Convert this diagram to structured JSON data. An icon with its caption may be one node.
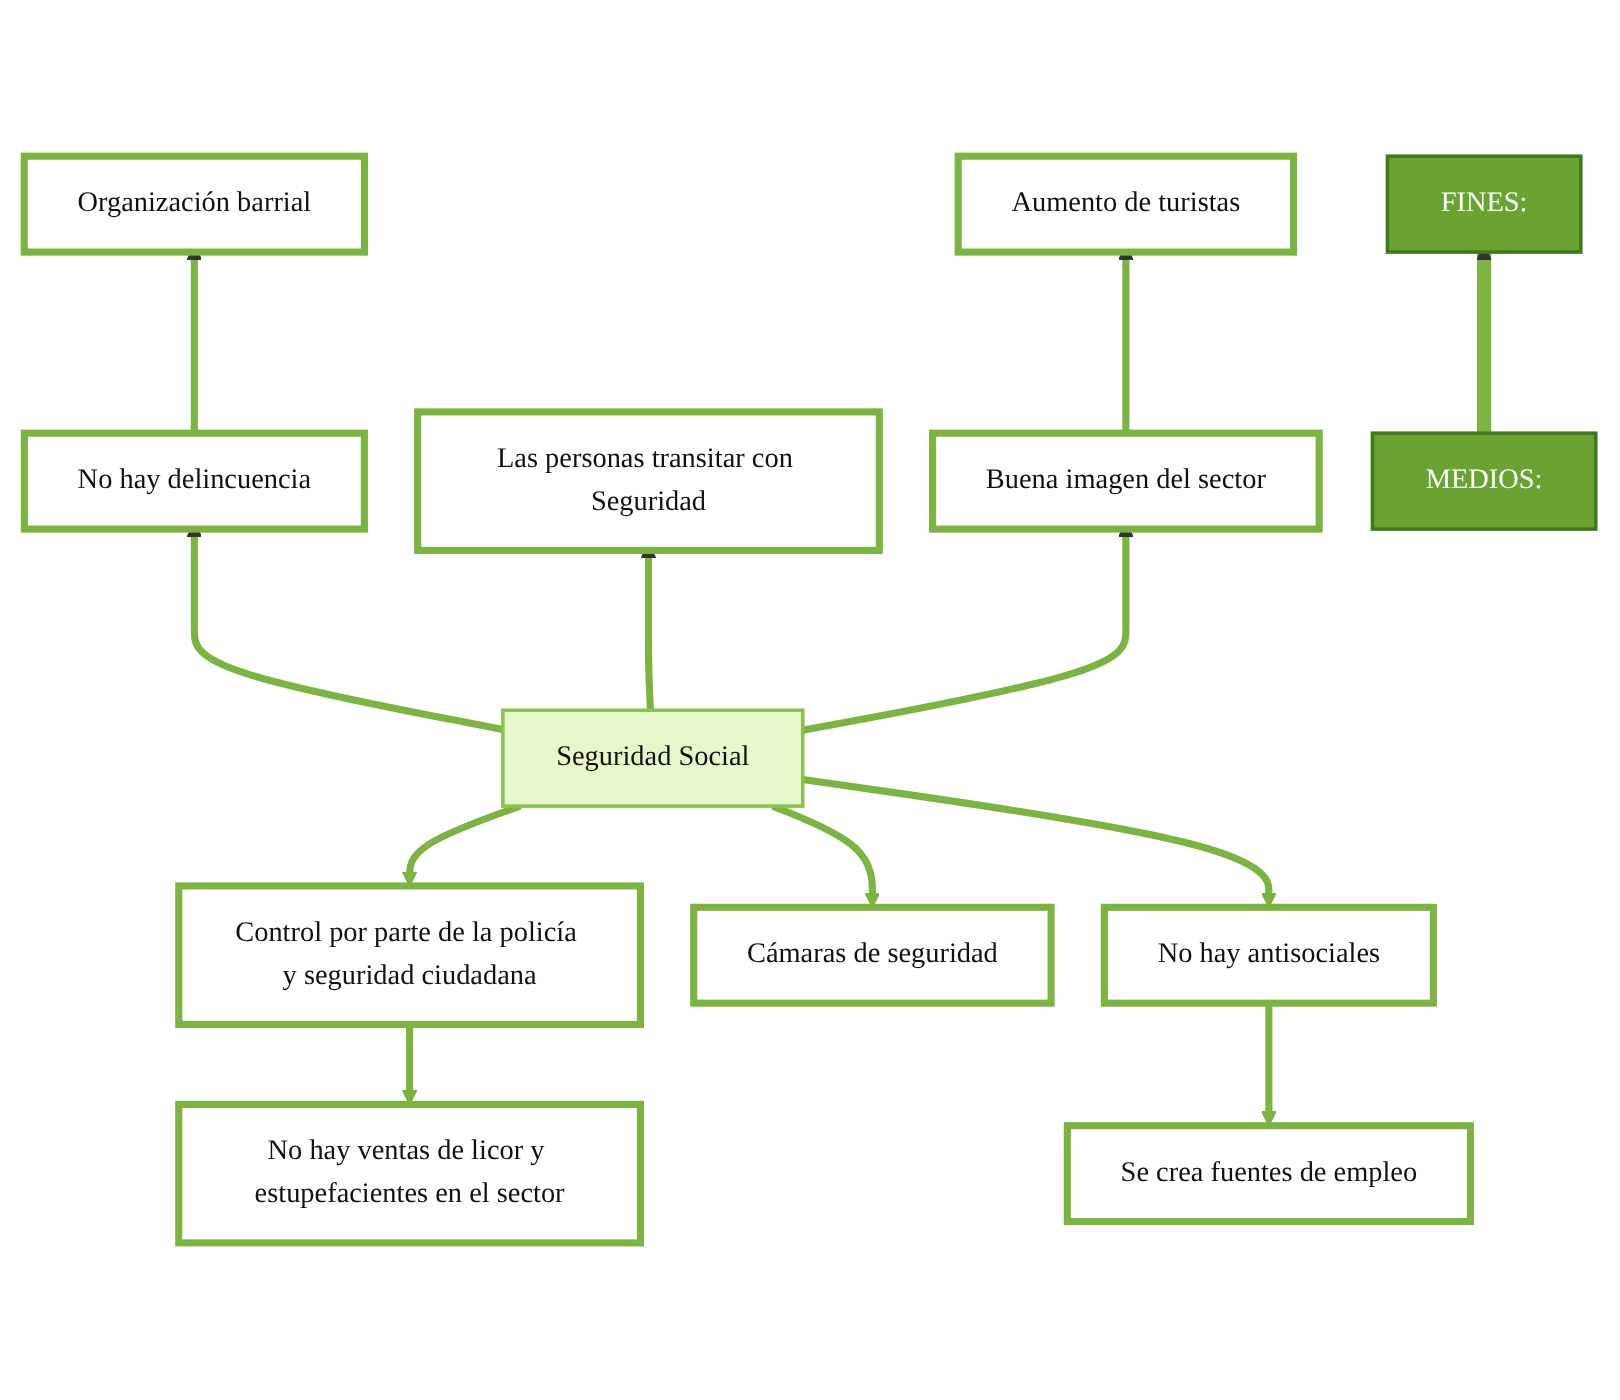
{
  "diagram": {
    "nodes": [
      {
        "text": [
          "Organización barrial"
        ]
      },
      {
        "text": [
          "No hay delincuencia"
        ]
      },
      {
        "text": [
          "Las personas transitar con Seguridad"
        ]
      },
      {
        "text": [
          "Aumento de turistas"
        ]
      },
      {
        "text": [
          "Buena imagen del sector"
        ]
      },
      {
        "text": [
          "FINES:"
        ]
      },
      {
        "text": [
          "Seguridad Social"
        ]
      },
      {
        "text": [
          "MEDIOS:"
        ]
      },
      {
        "text": [
          "Control por parte de la policía y seguridad ciudadana"
        ]
      },
      {
        "text": [
          "Cámaras de seguridad"
        ]
      },
      {
        "text": [
          "No hay antisociales"
        ]
      },
      {
        "text": [
          "No hay ventas de licor y estupefacientes en el sector"
        ]
      },
      {
        "text": [
          "Se crea fuentes de empleo"
        ]
      }
    ],
    "edges": [
      {
        "from": 6,
        "to": 1,
        "arrow": "to"
      },
      {
        "from": 6,
        "to": 2,
        "arrow": "to"
      },
      {
        "from": 6,
        "to": 4,
        "arrow": "to"
      },
      {
        "from": 1,
        "to": 0,
        "arrow": "to"
      },
      {
        "from": 4,
        "to": 3,
        "arrow": "to"
      },
      {
        "from": 7,
        "to": 5,
        "arrow": "to",
        "style": "thick"
      },
      {
        "from": 6,
        "to": 8,
        "arrow": "to"
      },
      {
        "from": 6,
        "to": 9,
        "arrow": "to"
      },
      {
        "from": 6,
        "to": 10,
        "arrow": "to"
      },
      {
        "from": 8,
        "to": 11,
        "arrow": "to"
      },
      {
        "from": 10,
        "to": 12,
        "arrow": "to"
      }
    ]
  }
}
